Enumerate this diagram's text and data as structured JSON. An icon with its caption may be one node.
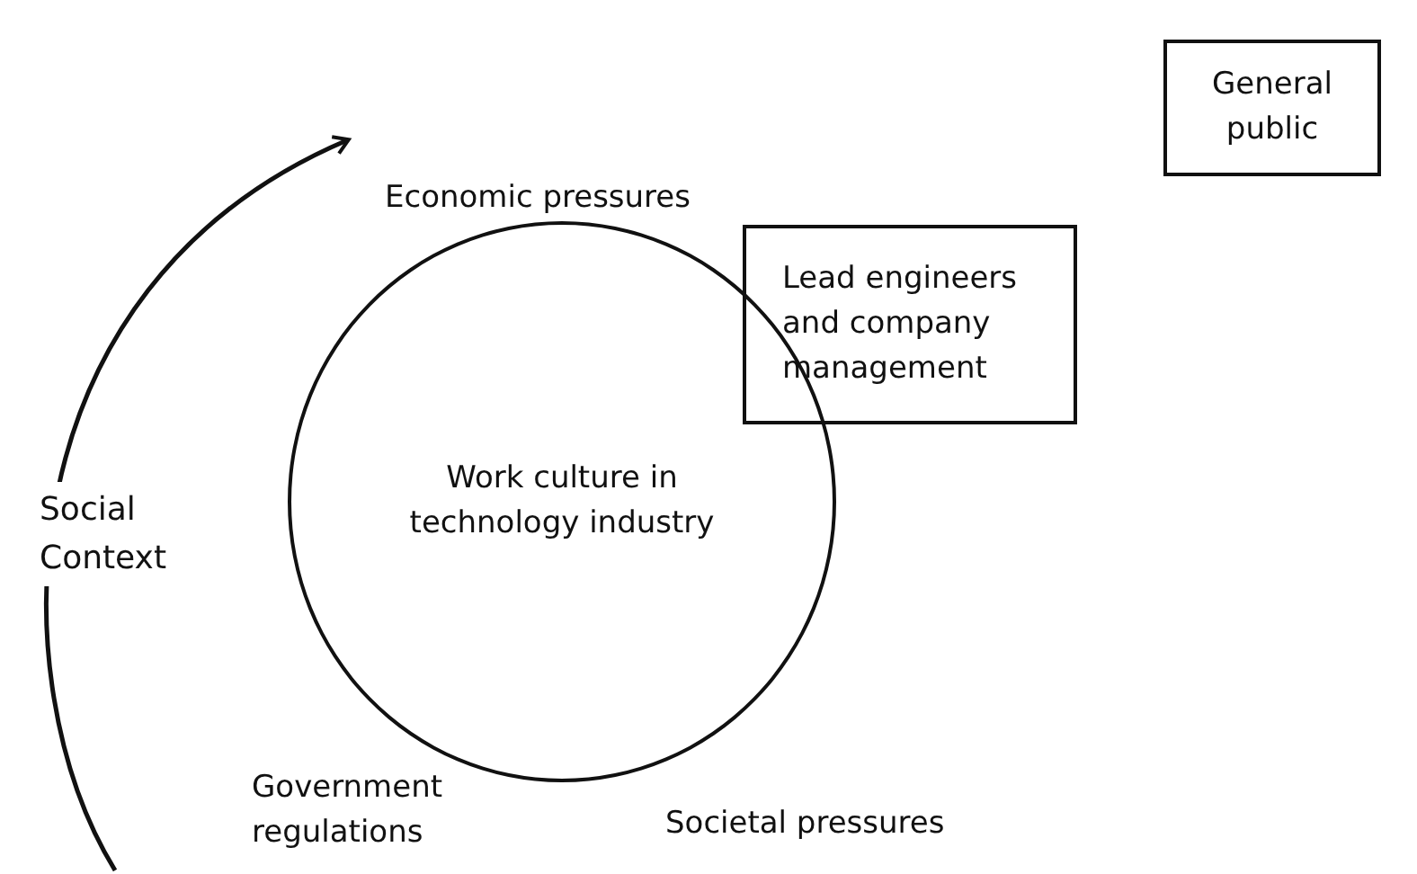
{
  "diagram": {
    "nodes": [
      {
        "text": [
          "General public"
        ]
      },
      {
        "text": [
          "Lead engineers and company management"
        ]
      },
      {
        "text": [
          "Work culture in technology industry"
        ]
      }
    ],
    "labels": [
      "Economic pressures",
      "Social Context",
      "Government regulations",
      "Societal pressures"
    ]
  }
}
